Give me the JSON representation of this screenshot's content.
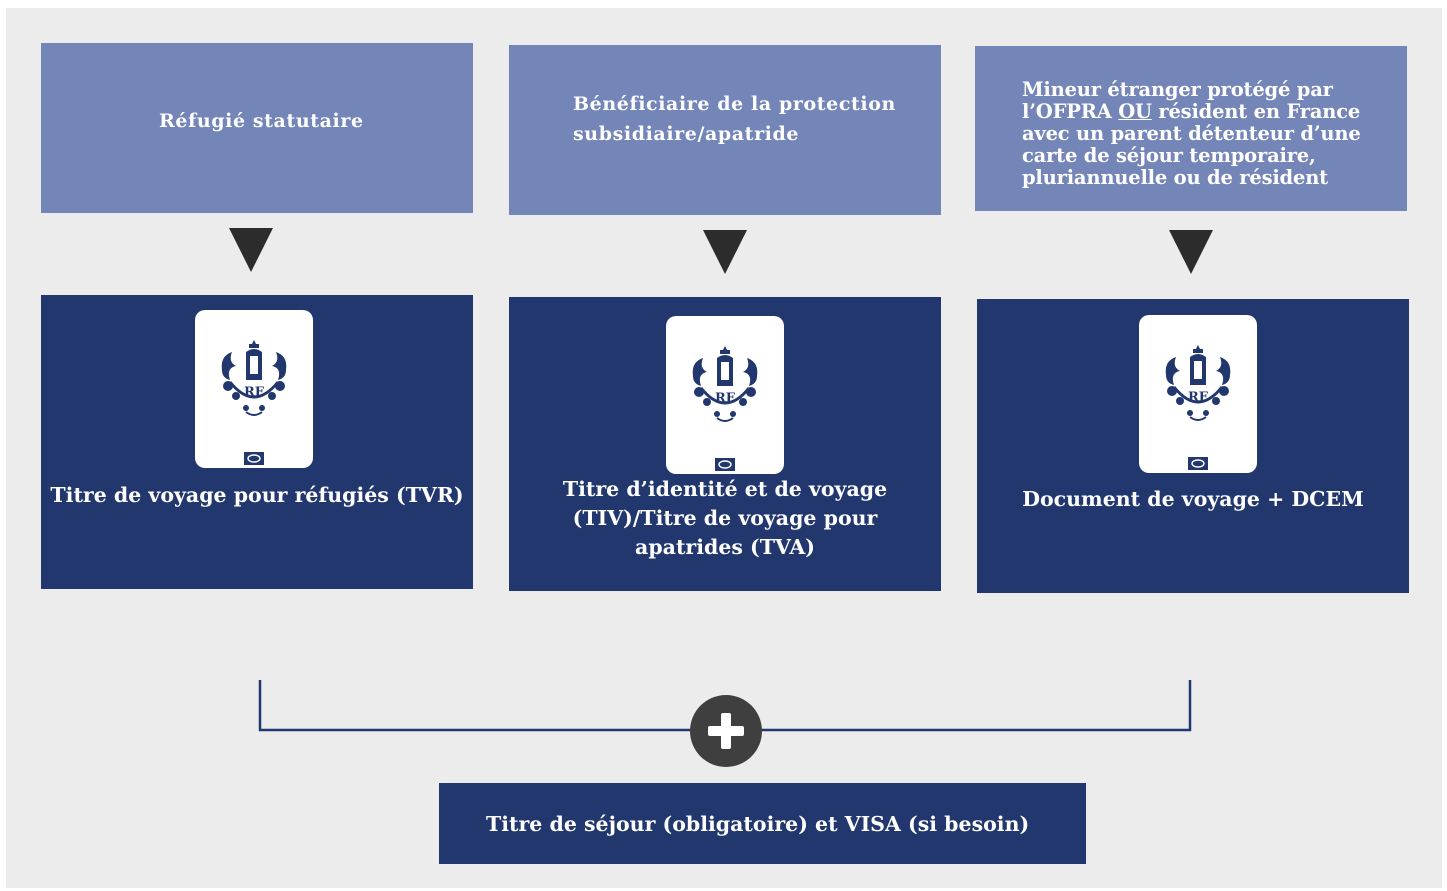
{
  "categories": [
    {
      "label": "Réfugié statutaire"
    },
    {
      "line1": "Bénéficiaire de la protection",
      "line2": "subsidiaire/apatride"
    },
    {
      "line1": "Mineur étranger protégé par",
      "line2_before": "l’OFPRA ",
      "line2_underlined": "OU",
      "line2_after": " résident en France",
      "line3": "avec un parent détenteur d’une",
      "line4": "carte de séjour temporaire,",
      "line5": "pluriannuelle ou de résident"
    }
  ],
  "documents": [
    {
      "label": "Titre de voyage pour réfugiés (TVR)"
    },
    {
      "line1": "Titre d’identité et de voyage",
      "line2": "(TIV)/Titre de voyage pour",
      "line3": "apatrides (TVA)"
    },
    {
      "label": "Document de voyage + DCEM"
    }
  ],
  "result": {
    "label": "Titre de séjour (obligatoire) et VISA (si besoin)"
  },
  "icons": {
    "arrow": "down-triangle-icon",
    "plus": "plus-icon",
    "emblem": "french-republic-emblem-icon",
    "chip": "biometric-chip-icon"
  },
  "colors": {
    "category_fill": "#7485b8",
    "document_fill": "#21376d",
    "arrow": "#2c2c2c",
    "plus_circle": "#3f3f3f",
    "background": "#ececec"
  }
}
